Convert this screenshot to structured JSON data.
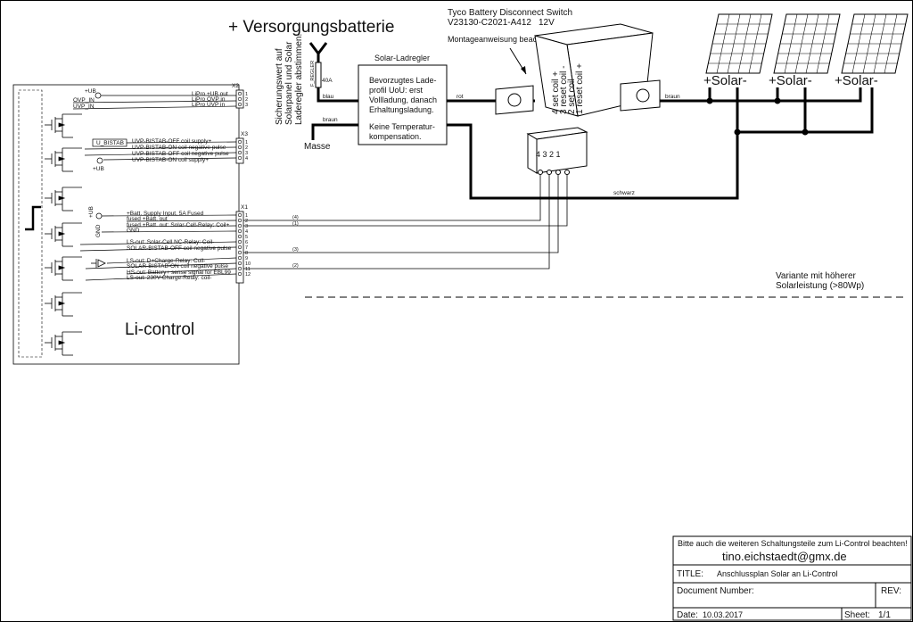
{
  "texts": {
    "battery_title": "+ Versorgungsbatterie",
    "relay_name": "Tyco Battery Disconnect Switch",
    "relay_part": "V23130-C2021-A412",
    "relay_voltage": "12V",
    "relay_note": "Montageanweisung beachten!",
    "fuse_note_1": "Sicherungswert auf",
    "fuse_note_2": "Solarpanel und Solar",
    "fuse_note_3": "Laderegler abstimmen!",
    "fuse_label": "F_REGLER",
    "fuse_rating": "40A",
    "wire_blau": "blau",
    "wire_braun_1": "braun",
    "masse": "Masse",
    "regulator_title": "Solar-Ladregler",
    "reg_l1": "Bevorzugtes Lade-",
    "reg_l2": "profil UoU:  erst",
    "reg_l3": "Vollladung, danach",
    "reg_l4": "Erhaltungsladung.",
    "reg_l5": "Keine Temperatur-",
    "reg_l6": "kompensation.",
    "wire_rot": "rot",
    "wire_braun_2": "braun",
    "wire_schwarz": "schwarz",
    "coil_1": "1 reset coil +",
    "coil_2": "2 set coil -",
    "coil_3": "3 reset coil -",
    "coil_4": "4 set coil +",
    "conn_pins": "4  3  2  1",
    "solar_1": "+Solar-",
    "solar_2": "+Solar-",
    "solar_3": "+Solar-",
    "variant_1": "Variante mit höherer",
    "variant_2": "Solarleistung (>80Wp)",
    "licontrol": "Li-control",
    "x2": "X2",
    "x3": "X3",
    "x1": "X1",
    "ub": "+UB",
    "ovp_in": "OVP_IN",
    "uvp_in": "UVP_IN",
    "x2_p1": "LiPro +UB out",
    "x2_p2": "LiPro OVP in",
    "x2_p3": "LiPro UVP in",
    "u_bistab": "U_BISTAB",
    "x3_p1": "UVP-BISTAB-OFF coil supply+",
    "x3_p2": "UVP-BISTAB-ON coil negative pulse",
    "x3_p3": "UVP-BISTAB-OFF coil negative pulse",
    "x3_p4": "UVP-BISTAB-ON coil supply+",
    "x1_p1": "+Batt. Supply Input, 5A Fused",
    "x1_p2": "fused +Batt. out",
    "x1_p3": "fused +Batt. out: Solar-Cell-Relay: Coil+",
    "x1_p4": "GND",
    "x1_p6": "LS-out: Solar-Cell NC-Relay: Coil-",
    "x1_p7": "SOLAR-BISTAB-OFF coil negative pulse",
    "x1_p9": "LS-out: D+Charge-Relay: Coil-",
    "x1_p10": "SOLAR-BISTAB-ON coil negative pulse",
    "x1_p11": "HS-out: Battery+ sense signal for EBL99",
    "x1_p12": "LS-out: 230V-Charge-Relay: coil-",
    "gnd": "GND",
    "wire_4": "(4)",
    "wire_1": "(1)",
    "wire_3": "(3)",
    "wire_2": "(2)"
  },
  "title_block": {
    "note": "Bitte auch die weiteren Schaltungsteile zum Li-Control beachten!",
    "email": "tino.eichstaedt@gmx.de",
    "title_label": "TITLE:",
    "title_value": "Anschlussplan Solar an Li-Control",
    "docnum_label": "Document Number:",
    "rev_label": "REV:",
    "date_label": "Date:",
    "date_value": "10.03.2017",
    "sheet_label": "Sheet:",
    "sheet_value": "1/1"
  }
}
